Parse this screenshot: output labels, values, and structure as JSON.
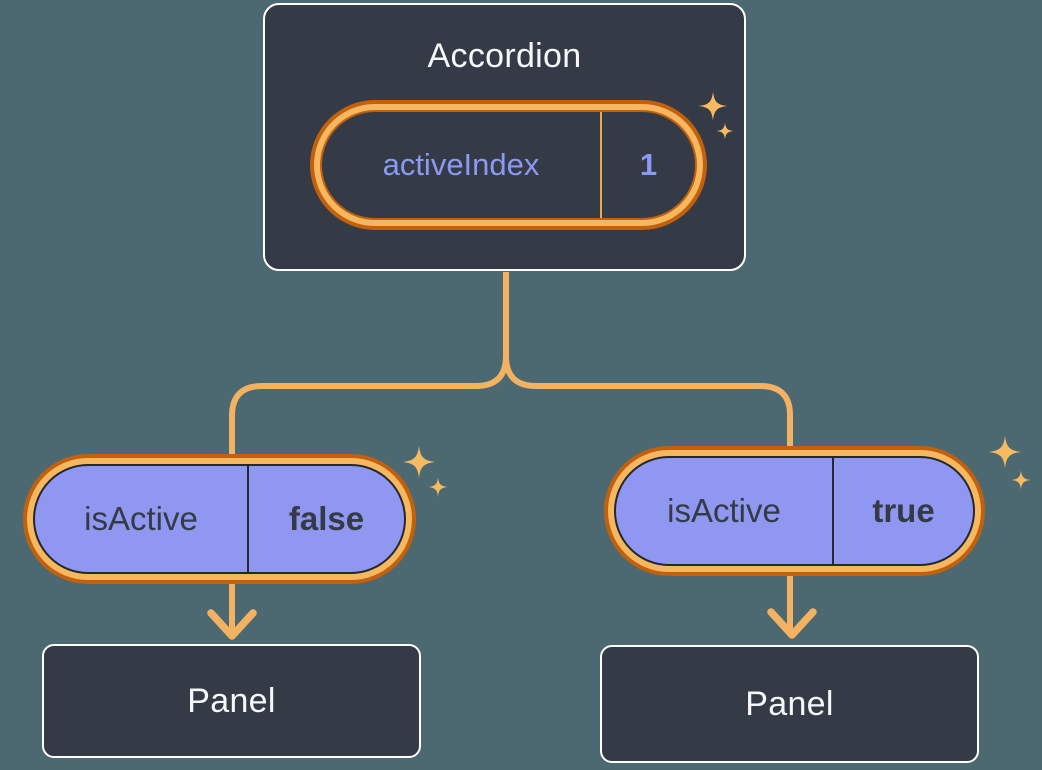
{
  "canvas": {
    "background": "#4C6971"
  },
  "palette": {
    "background": "#4C6971",
    "card_bg": "#343B47",
    "card_border": "#FFFFFF",
    "card_text": "#F6F7F9",
    "highlight_outer": "#C2610D",
    "highlight_band": "#F6B75E",
    "connector": "#F3B262",
    "sparkle": "#F6BA62",
    "state_text": "#8B99F3",
    "state_divider": "#EFA64E",
    "prop_bg": "#8F97F0",
    "prop_text": "#343B47",
    "prop_border": "#23272F"
  },
  "diagram": {
    "root": {
      "title": "Accordion",
      "pill": {
        "label": "activeIndex",
        "value": "1"
      }
    },
    "children": [
      {
        "pill": {
          "label": "isActive",
          "value": "false"
        },
        "panel": {
          "title": "Panel"
        }
      },
      {
        "pill": {
          "label": "isActive",
          "value": "true"
        },
        "panel": {
          "title": "Panel"
        }
      }
    ]
  }
}
